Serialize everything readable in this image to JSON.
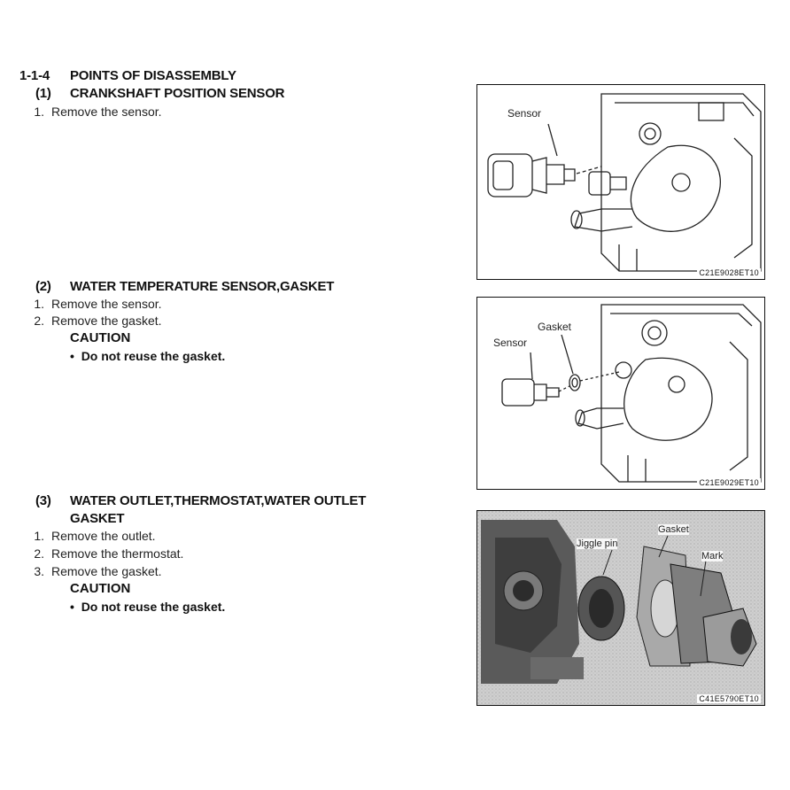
{
  "header": {
    "number": "1-1-4",
    "title": "POINTS OF DISASSEMBLY"
  },
  "sections": [
    {
      "number": "(1)",
      "title": "CRANKSHAFT POSITION SENSOR",
      "steps": [
        {
          "n": "1.",
          "text": "Remove the sensor."
        }
      ],
      "figure": {
        "labels": [
          "Sensor"
        ],
        "code": "C21E9028ET10"
      }
    },
    {
      "number": "(2)",
      "title": "WATER TEMPERATURE SENSOR,GASKET",
      "steps": [
        {
          "n": "1.",
          "text": "Remove the sensor."
        },
        {
          "n": "2.",
          "text": "Remove the gasket."
        }
      ],
      "caution": "CAUTION",
      "bullet": "Do not reuse the gasket.",
      "figure": {
        "labels": [
          "Sensor",
          "Gasket"
        ],
        "code": "C21E9029ET10"
      }
    },
    {
      "number": "(3)",
      "title_line1": "WATER OUTLET,THERMOSTAT,WATER OUTLET",
      "title_line2": "GASKET",
      "steps": [
        {
          "n": "1.",
          "text": "Remove the outlet."
        },
        {
          "n": "2.",
          "text": "Remove the thermostat."
        },
        {
          "n": "3.",
          "text": "Remove the gasket."
        }
      ],
      "caution": "CAUTION",
      "bullet": "Do not reuse the gasket.",
      "figure": {
        "labels": [
          "Jiggle pin",
          "Gasket",
          "Mark"
        ],
        "code": "C41E5790ET10"
      }
    }
  ]
}
